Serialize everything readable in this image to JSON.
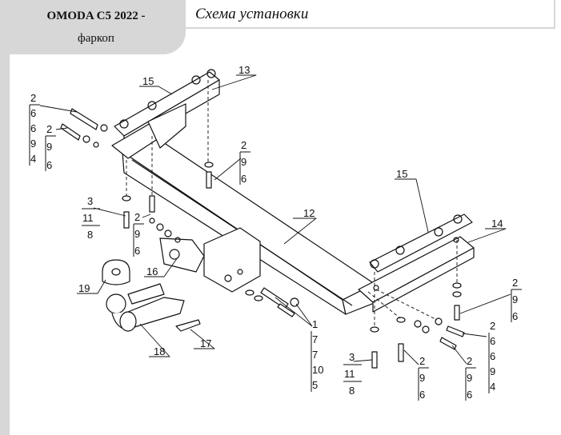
{
  "header": {
    "model": "OMODA C5 2022 -",
    "product": "фаркоп",
    "scheme_title": "Схема установки"
  },
  "callouts": {
    "c13": "13",
    "c12": "12",
    "c14": "14",
    "c15a": "15",
    "c15b": "15",
    "c16": "16",
    "c17": "17",
    "c18": "18",
    "c19": "19"
  },
  "stacks": {
    "s1": [
      "2",
      "6",
      "6",
      "9",
      "4"
    ],
    "s2": [
      "2",
      "9",
      "6"
    ],
    "s3": [
      "3",
      "11",
      "8"
    ],
    "s4": [
      "2",
      "9",
      "6"
    ],
    "s5": [
      "2",
      "9",
      "6"
    ],
    "s6": [
      "1",
      "7",
      "7",
      "10",
      "5"
    ],
    "s7": [
      "3",
      "11",
      "8"
    ],
    "s8": [
      "2",
      "9",
      "6"
    ],
    "s9": [
      "2",
      "9",
      "6"
    ],
    "s10": [
      "2",
      "6",
      "6",
      "9",
      "4"
    ],
    "s11": [
      "2",
      "9",
      "6"
    ]
  }
}
